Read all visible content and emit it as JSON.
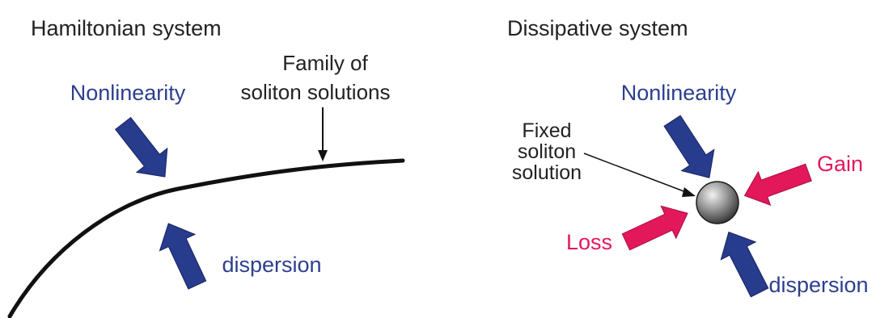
{
  "hamiltonian": {
    "title": "Hamiltonian system",
    "nonlinearity": "Nonlinearity",
    "dispersion": "dispersion",
    "family_label_line1": "Family of",
    "family_label_line2": "soliton solutions"
  },
  "dissipative": {
    "title": "Dissipative system",
    "nonlinearity": "Nonlinearity",
    "dispersion": "dispersion",
    "gain": "Gain",
    "loss": "Loss",
    "fixed_line1": "Fixed",
    "fixed_line2": "soliton",
    "fixed_line3": "solution"
  },
  "colors": {
    "blue_arrow": "#283c8e",
    "blue_text": "#2c3f8f",
    "pink": "#e2185b",
    "black": "#111111"
  }
}
